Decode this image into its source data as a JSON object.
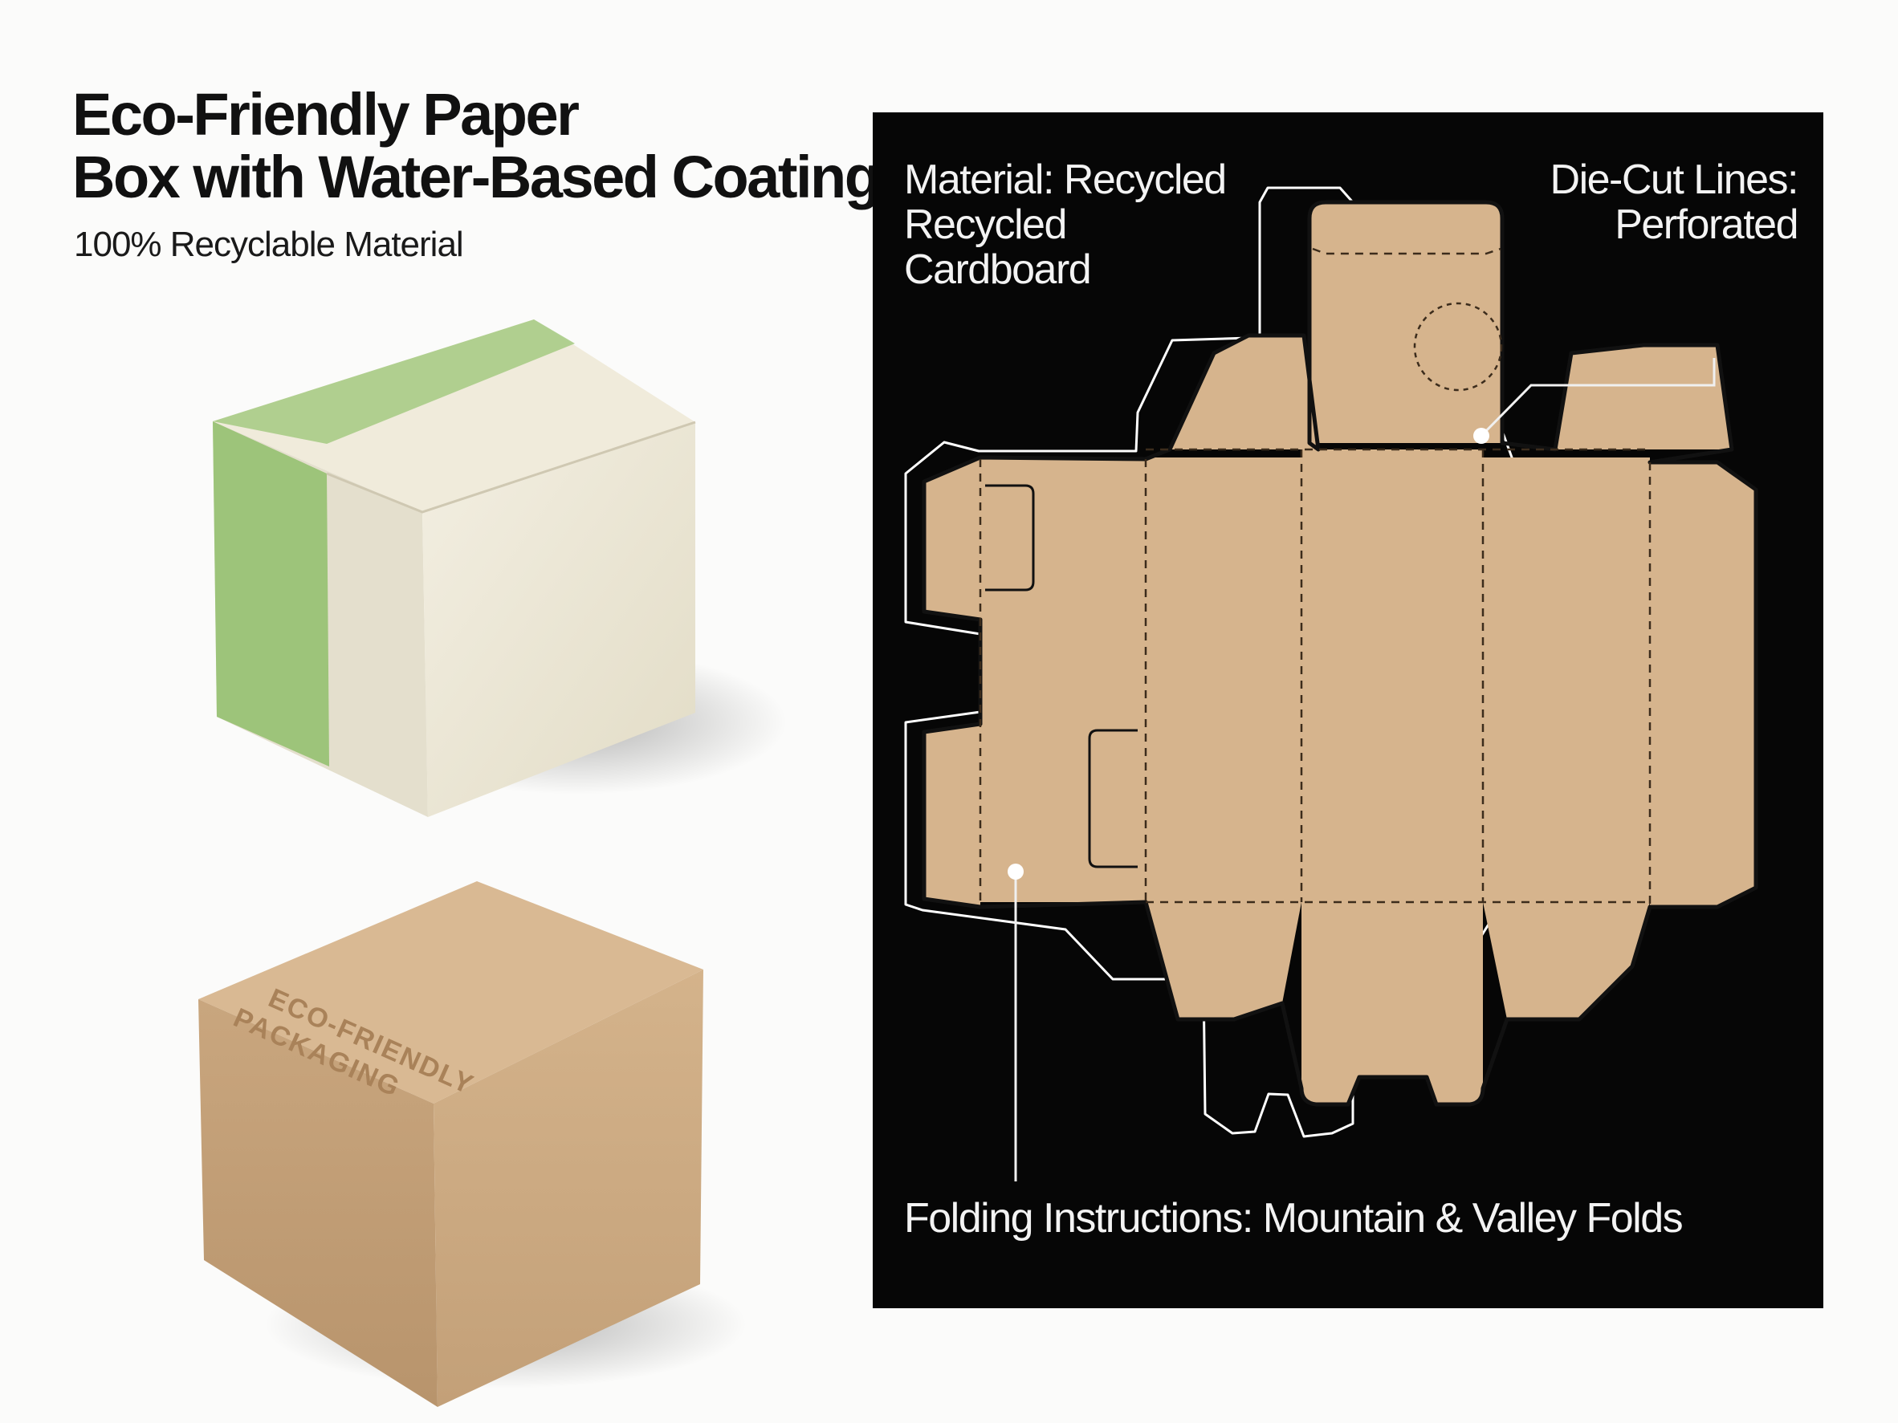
{
  "header": {
    "title_line1": "Eco-Friendly Paper",
    "title_line2": "Box with Water-Based Coating",
    "subtitle": "100% Recyclable Material"
  },
  "products": [
    {
      "name": "coated-box",
      "colors": {
        "band": "#9dc47a",
        "body": "#ece7d4"
      }
    },
    {
      "name": "kraft-box",
      "embossed_text_line1": "ECO-FRIENDLY",
      "embossed_text_line2": "PACKAGING",
      "colors": {
        "body": "#c9a57c"
      }
    }
  ],
  "dieline": {
    "callouts": {
      "material_line1": "Material: Recycled",
      "material_line2": "Recycled",
      "material_line3": "Cardboard",
      "diecut_line1": "Die-Cut Lines:",
      "diecut_line2": "Perforated",
      "folding": "Folding Instructions: Mountain & Valley Folds"
    },
    "colors": {
      "panel_background": "#060606",
      "cardboard": "#d6b48d",
      "outline": "#ffffff",
      "fold_line": "#3c2c1c"
    }
  }
}
